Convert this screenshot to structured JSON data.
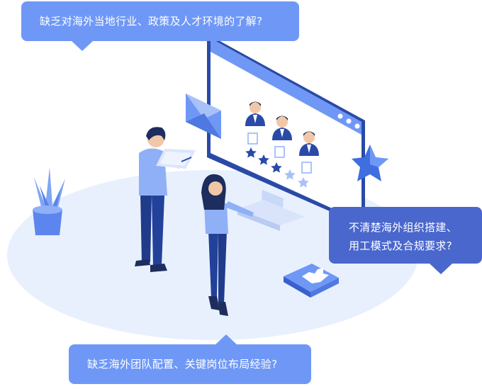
{
  "bubbles": {
    "top": "缺乏对海外当地行业、政策及人才环境的了解?",
    "right_line1": "不清楚海外组织搭建、",
    "right_line2": "用工模式及合规要求?",
    "bottom": "缺乏海外团队配置、关键岗位布局经验?"
  },
  "colors": {
    "bubble_light": "#6f98f6",
    "bubble_dark": "#4a67cd",
    "floor": "#e8f0fd",
    "monitor_frame": "#5b7fe6",
    "accent_navy": "#2a4aa8"
  },
  "icons": [
    "plant-icon",
    "envelope-icon",
    "star-icon",
    "thumbs-up-icon",
    "person-avatar-icon"
  ],
  "rating": {
    "filled": 3,
    "total": 5
  }
}
